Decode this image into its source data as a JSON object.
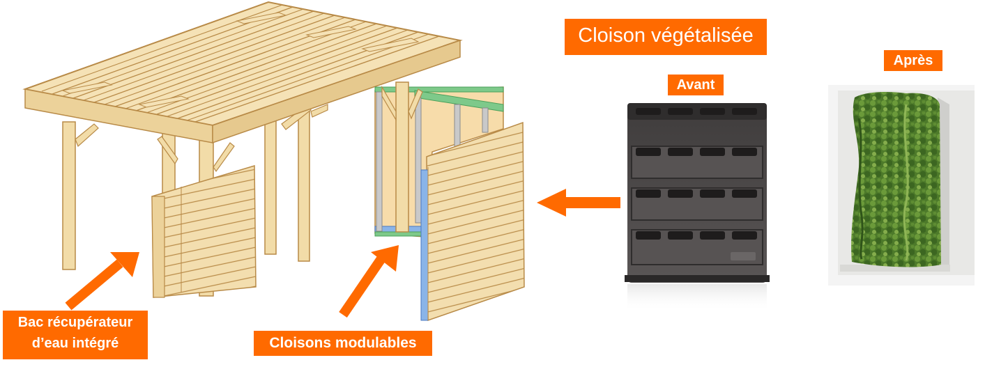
{
  "labels": {
    "title": "Cloison végétalisée",
    "before": "Avant",
    "after": "Après",
    "water_tank": "Bac récupérateur\nd’eau intégré",
    "partitions": "Cloisons modulables"
  },
  "colors": {
    "accent": "#ff6a00",
    "wood": "#f2dca8",
    "wood_edge": "#b88a47",
    "planter": "#4d4a4a",
    "foliage": "#4f7a2b"
  },
  "icons": {
    "carport": "wooden-carport-illustration",
    "planter": "modular-planter-photo",
    "green_wall": "green-wall-photo"
  }
}
